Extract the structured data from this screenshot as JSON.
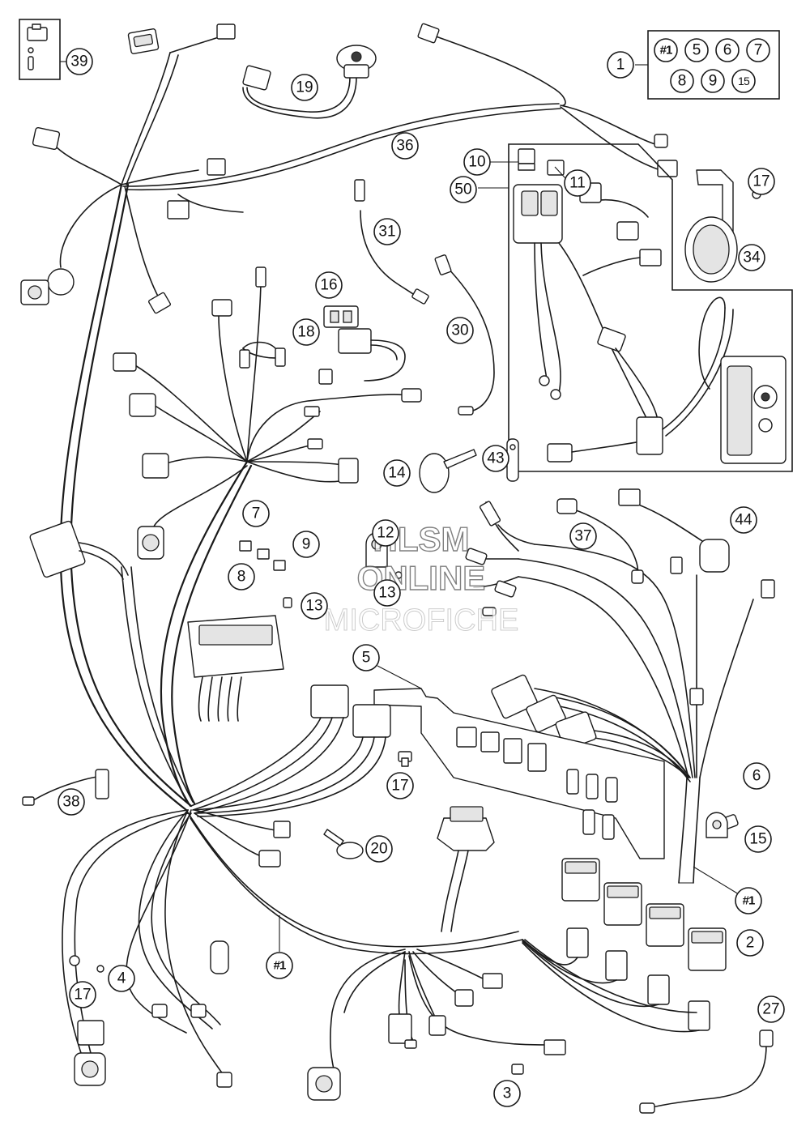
{
  "watermark": {
    "line1": "HLSM",
    "line2": "ONLINE",
    "line3": "MICROFICHE"
  },
  "group_box_1": {
    "callout": "1",
    "items": [
      "#1",
      "5",
      "6",
      "7",
      "8",
      "9",
      "15"
    ]
  },
  "callouts": [
    {
      "id": "39",
      "label": "39"
    },
    {
      "id": "19",
      "label": "19"
    },
    {
      "id": "36",
      "label": "36"
    },
    {
      "id": "10",
      "label": "10"
    },
    {
      "id": "11",
      "label": "11"
    },
    {
      "id": "50",
      "label": "50"
    },
    {
      "id": "17a",
      "label": "17"
    },
    {
      "id": "34",
      "label": "34"
    },
    {
      "id": "31",
      "label": "31"
    },
    {
      "id": "16",
      "label": "16"
    },
    {
      "id": "18",
      "label": "18"
    },
    {
      "id": "30",
      "label": "30"
    },
    {
      "id": "14",
      "label": "14"
    },
    {
      "id": "43",
      "label": "43"
    },
    {
      "id": "7",
      "label": "7"
    },
    {
      "id": "9",
      "label": "9"
    },
    {
      "id": "8",
      "label": "8"
    },
    {
      "id": "12",
      "label": "12"
    },
    {
      "id": "13a",
      "label": "13"
    },
    {
      "id": "13b",
      "label": "13"
    },
    {
      "id": "37",
      "label": "37"
    },
    {
      "id": "44",
      "label": "44"
    },
    {
      "id": "5",
      "label": "5"
    },
    {
      "id": "17b",
      "label": "17"
    },
    {
      "id": "6",
      "label": "6"
    },
    {
      "id": "15",
      "label": "15"
    },
    {
      "id": "38",
      "label": "38"
    },
    {
      "id": "20",
      "label": "20"
    },
    {
      "id": "hash1a",
      "label": "#1"
    },
    {
      "id": "2",
      "label": "2"
    },
    {
      "id": "hash1b",
      "label": "#1"
    },
    {
      "id": "4",
      "label": "4"
    },
    {
      "id": "17c",
      "label": "17"
    },
    {
      "id": "27",
      "label": "27"
    },
    {
      "id": "3",
      "label": "3"
    }
  ]
}
